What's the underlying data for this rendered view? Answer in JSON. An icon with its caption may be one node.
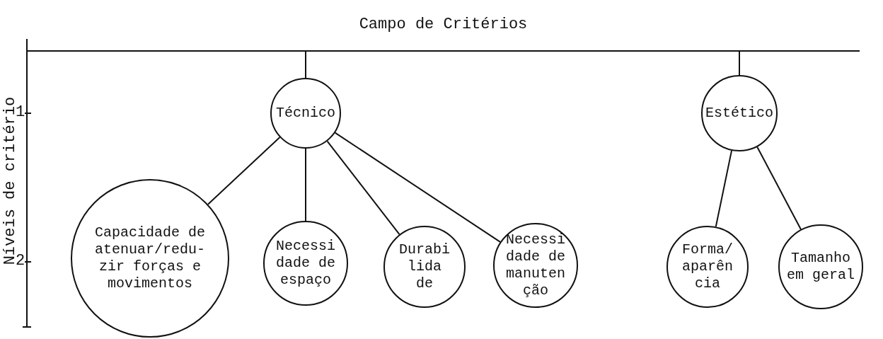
{
  "diagram": {
    "nodes": [
      {
        "text": [
          "Campo de Critérios"
        ]
      },
      {
        "text": [
          "Técnico"
        ]
      },
      {
        "text": [
          "Capacidade de atenuar/redu- zir forças e movimentos"
        ]
      },
      {
        "text": [
          "Necessi dade de espaço"
        ]
      },
      {
        "text": [
          "Durabi lida de"
        ]
      },
      {
        "text": [
          "Necessi dade de manuten ção"
        ]
      },
      {
        "text": [
          "Estético"
        ]
      },
      {
        "text": [
          "Forma/ aparên cia"
        ]
      },
      {
        "text": [
          "Tamanho em geral"
        ]
      }
    ],
    "edges": [
      {
        "from": 0,
        "to": 1,
        "arrow": "none"
      },
      {
        "from": 0,
        "to": 6,
        "arrow": "none"
      },
      {
        "from": 1,
        "to": 2,
        "arrow": "none"
      },
      {
        "from": 1,
        "to": 3,
        "arrow": "none"
      },
      {
        "from": 1,
        "to": 4,
        "arrow": "none"
      },
      {
        "from": 1,
        "to": 5,
        "arrow": "none"
      },
      {
        "from": 6,
        "to": 7,
        "arrow": "none"
      },
      {
        "from": 6,
        "to": 8,
        "arrow": "none"
      }
    ],
    "labels": [
      "Níveis de critério",
      "1",
      "2"
    ]
  }
}
